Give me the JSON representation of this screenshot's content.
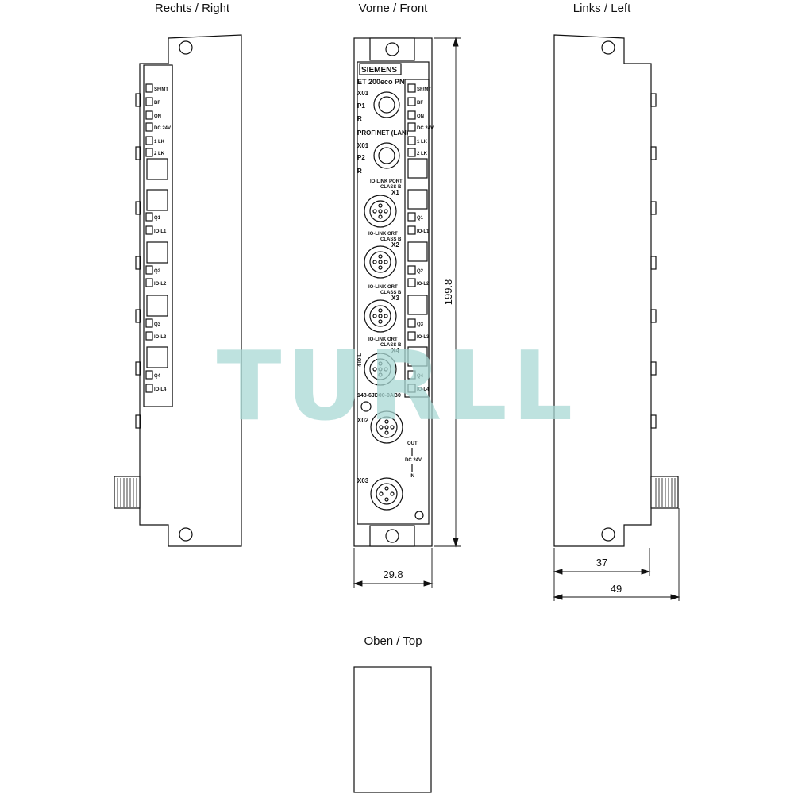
{
  "views": {
    "right_title": "Rechts / Right",
    "front_title": "Vorne / Front",
    "left_title": "Links / Left",
    "top_title": "Oben / Top"
  },
  "dimensions": {
    "height": "199.8",
    "front_width": "29.8",
    "depth_body": "37",
    "depth_total": "49"
  },
  "front": {
    "brand": "SIEMENS",
    "model": "ET 200eco PN",
    "profinet_label": "PROFINET (LAN)",
    "port_x01_top": "X01",
    "port_p1": "P1",
    "port_r1": "R",
    "port_x01_bottom": "X01",
    "port_p2": "P2",
    "port_r2": "R",
    "iolink_port_label": "IO-LINK PORT",
    "class_b": "CLASS B",
    "port_x1": "X1",
    "port_x2": "X2",
    "port_x3": "X3",
    "port_x4": "X4",
    "iolink_short": "IO-LINK   ORT",
    "four_iol": "4 IO-L",
    "order_number": "148-6JD00-0AB0",
    "port_x02": "X02",
    "port_x03": "X03",
    "out_label": "OUT",
    "dc_label": "DC 24V",
    "in_label": "IN",
    "led_labels": [
      "SF/MT",
      "BF",
      "ON",
      "DC 24V",
      "1 LK",
      "2 LK"
    ],
    "channel_leds": [
      "Q1",
      "IO-L1",
      "Q2",
      "IO-L2",
      "Q3",
      "IO-L3",
      "Q4",
      "IO-L4"
    ]
  },
  "watermark": "TURLL",
  "colors": {
    "line": "#111111",
    "fill": "#ffffff",
    "watermark": "#a8d8d4"
  }
}
